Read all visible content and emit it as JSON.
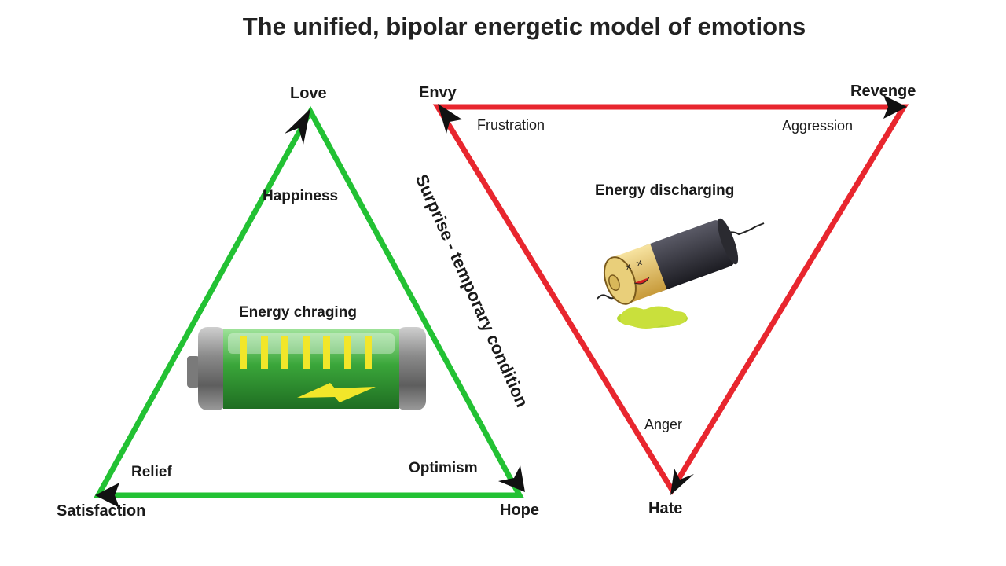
{
  "title": "The unified, bipolar energetic model of emotions",
  "positive_triangle": {
    "color": "#22c133",
    "vertices": {
      "top": "Love",
      "left": "Satisfaction",
      "right": "Hope"
    },
    "edge_labels": {
      "left_edge": "Happiness",
      "bottom_left": "Relief",
      "bottom_right": "Optimism"
    },
    "caption": "Energy chraging",
    "icon": "charging-battery-icon"
  },
  "negative_triangle": {
    "color": "#e8262e",
    "vertices": {
      "top_left": "Envy",
      "top_right": "Revenge",
      "bottom": "Hate"
    },
    "edge_labels": {
      "top_left": "Frustration",
      "top_right": "Aggression",
      "left_edge": "Anger"
    },
    "caption": "Energy discharging",
    "icon": "discharged-battery-icon"
  },
  "transition_label": "Surprise - temporary condition"
}
